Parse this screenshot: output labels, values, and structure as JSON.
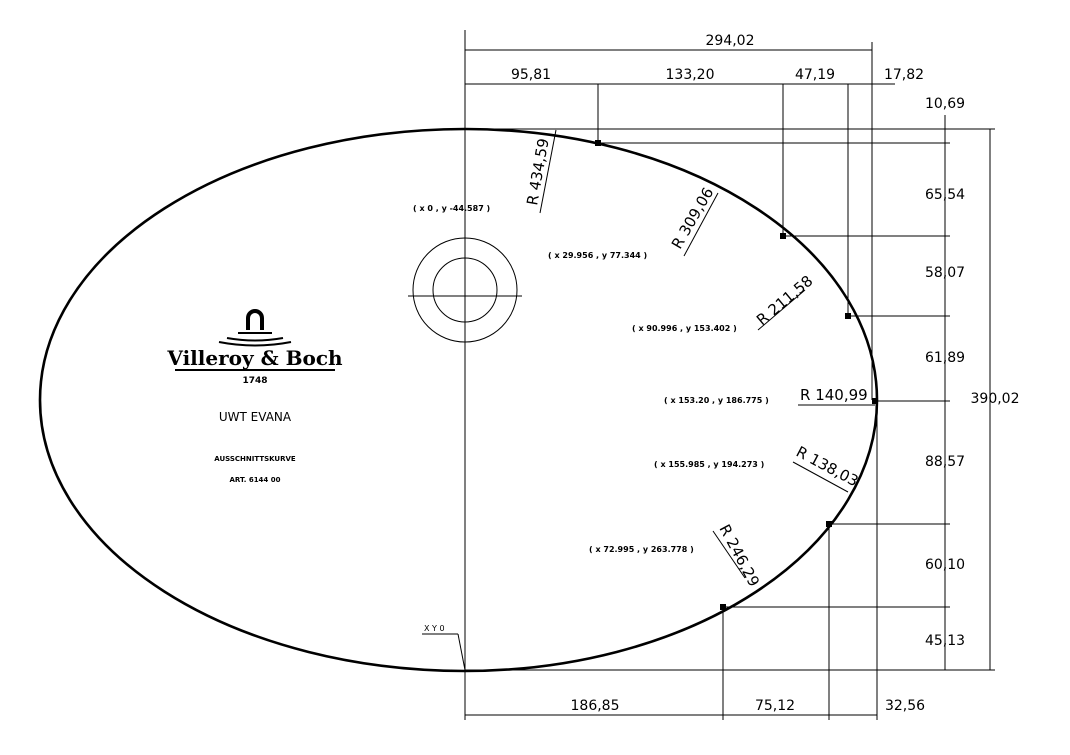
{
  "title_block": {
    "brand": "Villeroy & Boch",
    "year": "1748",
    "product": "UWT EVANA",
    "subtitle": "AUSSCHNITTSKURVE",
    "article": "ART. 6144 00"
  },
  "origin_label": "X Y 0",
  "top_dimensions": {
    "total": "294,02",
    "segments": [
      "95,81",
      "133,20",
      "47,19",
      "17,82"
    ]
  },
  "right_dimensions": {
    "offset": "10,69",
    "segments": [
      "65,54",
      "58,07",
      "61,89",
      "88,57",
      "60,10",
      "45,13"
    ],
    "total": "390,02"
  },
  "bottom_dimensions": {
    "segments": [
      "186,85",
      "75,12",
      "32,56"
    ]
  },
  "coordinates": [
    "( x 0 , y -44.587 )",
    "( x 29.956 , y 77.344 )",
    "( x 90.996 , y 153.402 )",
    "( x 153.20 , y 186.775 )",
    "( x 155.985 , y 194.273 )",
    "( x 72.995 , y 263.778 )"
  ],
  "radii": [
    "R 434,59",
    "R 309,06",
    "R 211,58",
    "R 140,99",
    "R 138,03",
    "R 246,29"
  ]
}
